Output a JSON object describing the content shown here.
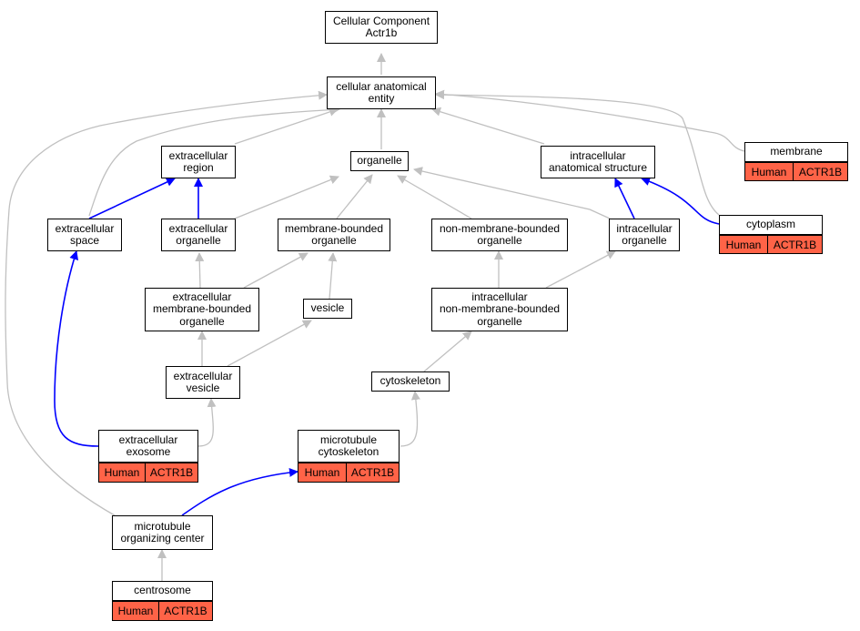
{
  "colors": {
    "grey_edge": "#c0c0c0",
    "blue_edge": "#0000ff",
    "annotation_fill": "#ff6347"
  },
  "nodes": {
    "root": "Cellular Component\nActr1b",
    "cae": "cellular anatomical\nentity",
    "ecreg": "extracellular\nregion",
    "organelle": "organelle",
    "ias": "intracellular\nanatomical structure",
    "membrane": "membrane",
    "ecspace": "extracellular\nspace",
    "ecorg": "extracellular\norganelle",
    "mbo": "membrane-bounded\norganelle",
    "nmbo": "non-membrane-bounded\norganelle",
    "icorg": "intracellular\norganelle",
    "cytoplasm": "cytoplasm",
    "ecmbo": "extracellular\nmembrane-bounded\norganelle",
    "vesicle": "vesicle",
    "icnmbo": "intracellular\nnon-membrane-bounded\norganelle",
    "ecves": "extracellular\nvesicle",
    "cytosk": "cytoskeleton",
    "exosome": "extracellular\nexosome",
    "mtcyto": "microtubule\ncytoskeleton",
    "mtoc": "microtubule\norganizing center",
    "centrosome": "centrosome"
  },
  "annotations": {
    "membrane": {
      "species": "Human",
      "gene": "ACTR1B"
    },
    "cytoplasm": {
      "species": "Human",
      "gene": "ACTR1B"
    },
    "exosome": {
      "species": "Human",
      "gene": "ACTR1B"
    },
    "mtcyto": {
      "species": "Human",
      "gene": "ACTR1B"
    },
    "centrosome": {
      "species": "Human",
      "gene": "ACTR1B"
    }
  }
}
